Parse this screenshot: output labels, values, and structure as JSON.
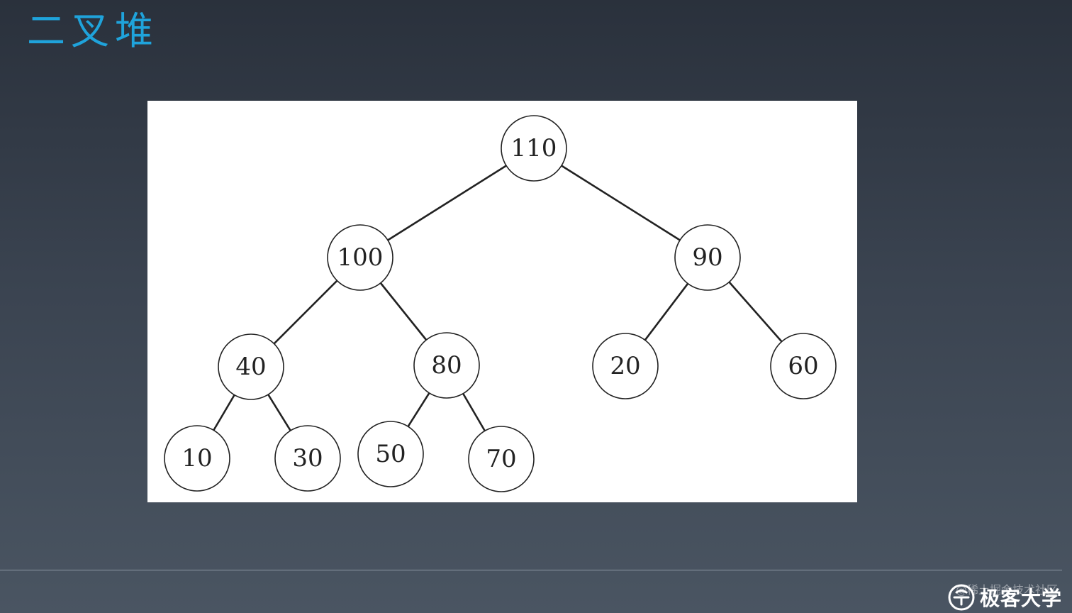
{
  "title": "二叉堆",
  "diagram": {
    "nodes": [
      {
        "id": "n110",
        "label": "110"
      },
      {
        "id": "n100",
        "label": "100"
      },
      {
        "id": "n90",
        "label": "90"
      },
      {
        "id": "n40",
        "label": "40"
      },
      {
        "id": "n80",
        "label": "80"
      },
      {
        "id": "n20",
        "label": "20"
      },
      {
        "id": "n60",
        "label": "60"
      },
      {
        "id": "n10",
        "label": "10"
      },
      {
        "id": "n30",
        "label": "30"
      },
      {
        "id": "n50",
        "label": "50"
      },
      {
        "id": "n70",
        "label": "70"
      }
    ],
    "edges": [
      [
        "n110",
        "n100"
      ],
      [
        "n110",
        "n90"
      ],
      [
        "n100",
        "n40"
      ],
      [
        "n100",
        "n80"
      ],
      [
        "n90",
        "n20"
      ],
      [
        "n90",
        "n60"
      ],
      [
        "n40",
        "n10"
      ],
      [
        "n40",
        "n30"
      ],
      [
        "n80",
        "n50"
      ],
      [
        "n80",
        "n70"
      ]
    ]
  },
  "footer": {
    "watermark": "@稀土掘金技术社区",
    "brand": "极客大学"
  }
}
